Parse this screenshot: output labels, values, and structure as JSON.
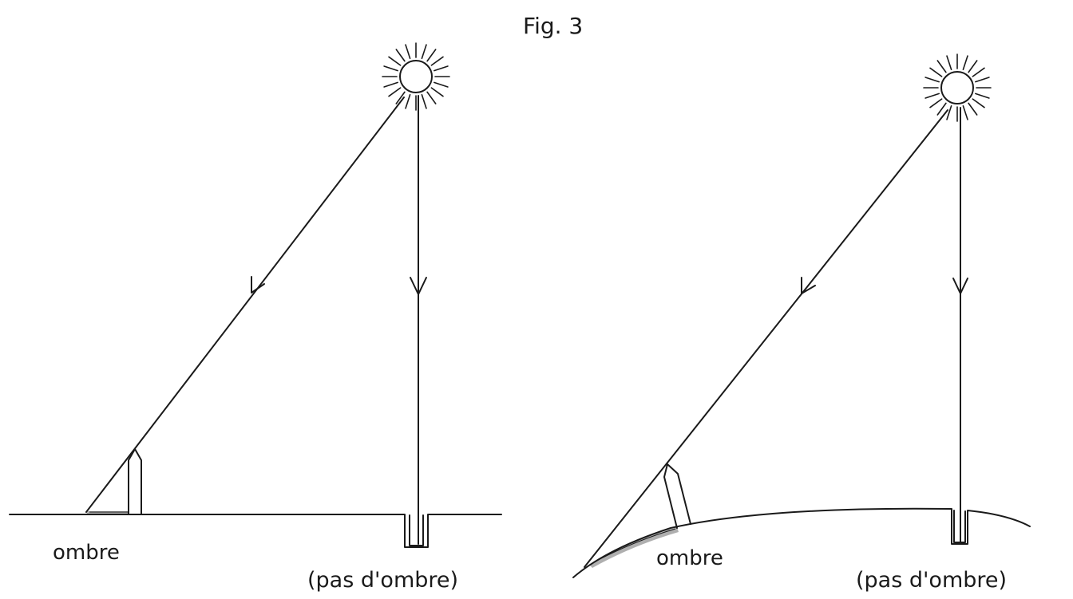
{
  "title": "Fig. 3",
  "left_panel": {
    "shadow_label": "ombre",
    "no_shadow_label": "(pas d'ombre)"
  },
  "right_panel": {
    "shadow_label": "ombre",
    "no_shadow_label": "(pas d'ombre)"
  },
  "colors": {
    "ink": "#1a1a1a",
    "paper": "#ffffff"
  }
}
